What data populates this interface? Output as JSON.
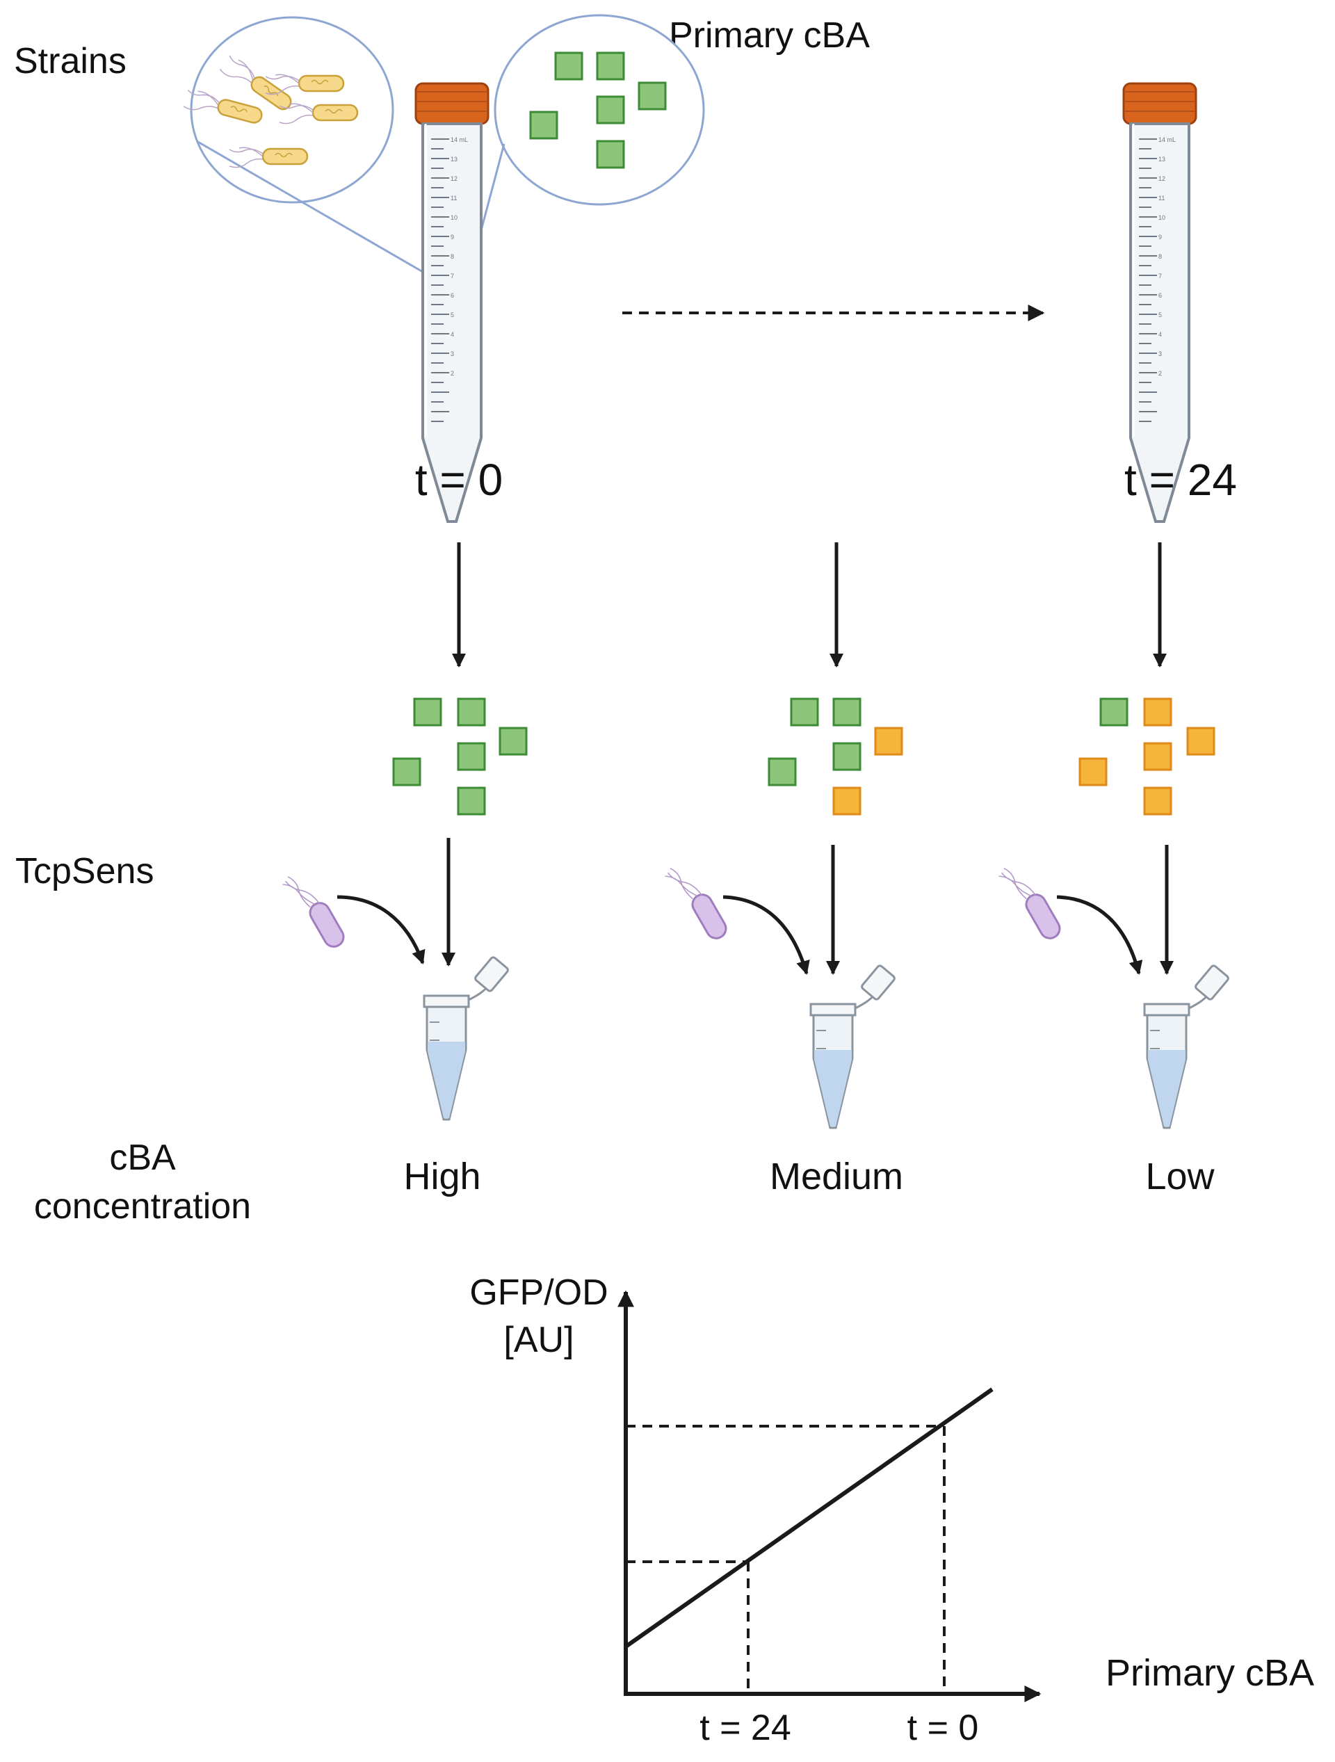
{
  "labels": {
    "strains": "Strains",
    "primary_cba_top": "Primary cBA",
    "t0": "t = 0",
    "t24": "t = 24",
    "tcpsens": "TcpSens",
    "cba_line1": "cBA",
    "cba_line2": "concentration",
    "high": "High",
    "medium": "Medium",
    "low": "Low"
  },
  "graph": {
    "y_label_line1": "GFP/OD",
    "y_label_line2": "[AU]",
    "x_label": "Primary cBA",
    "tick_t24": "t = 24",
    "tick_t0": "t = 0"
  },
  "tube_scale": [
    "14 mL",
    "13",
    "12",
    "11",
    "10",
    "9",
    "8",
    "7",
    "6",
    "5",
    "4",
    "3",
    "2"
  ],
  "colors": {
    "green_fill": "#8DC57A",
    "green_stroke": "#3C8C35",
    "orange_fill": "#F5B43C",
    "orange_stroke": "#E08A1A",
    "cap": "#D9641E",
    "liquid_t0": "#F8DC8E",
    "liquid_t24": "#EEC256",
    "outline_blue": "#8EA6D2",
    "sensor_cell": "#D9C2EA",
    "eppendorf_liquid": "#BFD6EE",
    "arrow": "#1A1A1A"
  }
}
